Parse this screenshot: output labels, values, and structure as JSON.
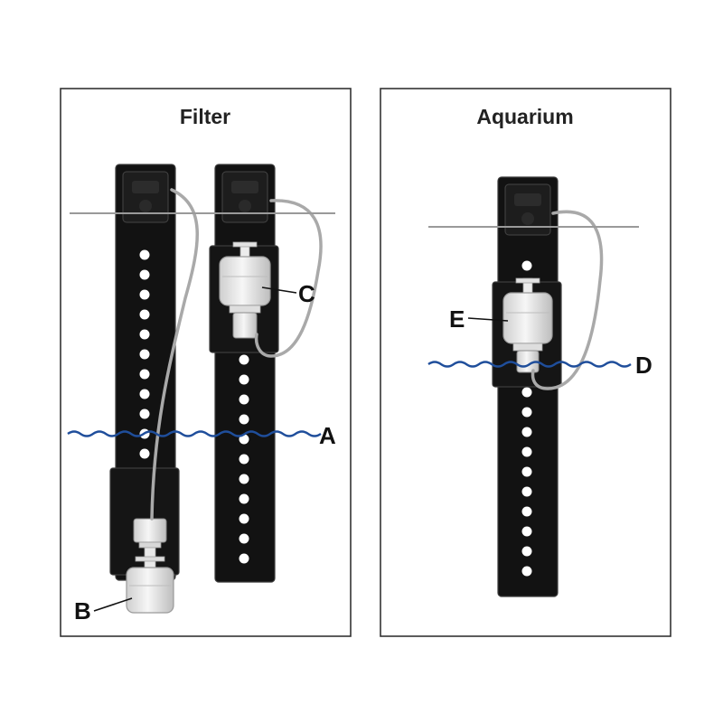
{
  "panels": {
    "filter": {
      "title": "Filter"
    },
    "aquarium": {
      "title": "Aquarium"
    }
  },
  "labels": {
    "a": "A",
    "b": "B",
    "c": "C",
    "d": "D",
    "e": "E"
  },
  "colors": {
    "bracket": "#111111",
    "bracket_edge": "#3a3a3a",
    "water_line": "#1f4e9b",
    "reference_line": "#9a9a9a",
    "cable": "#a9a9a9",
    "float_switch": "#e6e6e6",
    "panel_border": "#333333"
  }
}
